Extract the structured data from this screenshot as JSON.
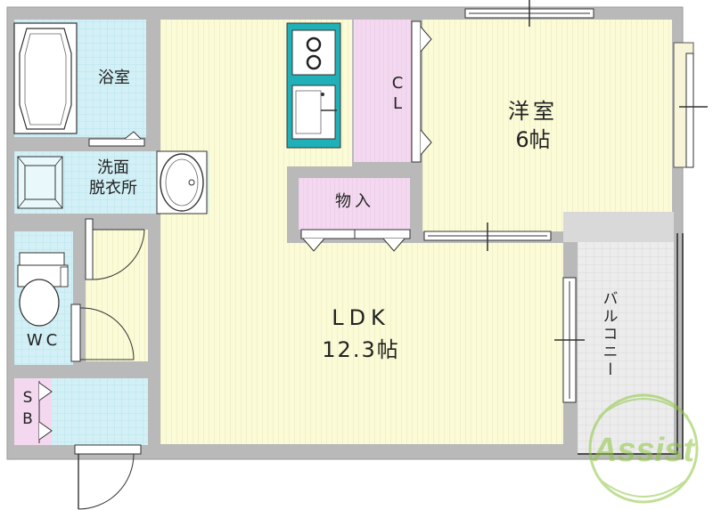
{
  "rooms": {
    "bath": "浴室",
    "washroom": "洗面\n脱衣所",
    "toilet": "WC",
    "closet_cl": "C\nL",
    "storage": "物入",
    "western_room": {
      "name": "洋室",
      "size": "6帖"
    },
    "ldk": {
      "name": "LDK",
      "size": "12.3帖"
    },
    "balcony": "バルコニー",
    "shoe_box": "S\nB"
  },
  "watermark_text": "Assist",
  "colors": {
    "ldk_floor": "#fbfbd8",
    "wet_area": "#cfeef4",
    "closet": "#f3d8f0",
    "balcony": "#e6e6e6",
    "wall": "#b5b5b5",
    "kitchen": "#20b0b8",
    "watermark": "#8dc63f"
  }
}
